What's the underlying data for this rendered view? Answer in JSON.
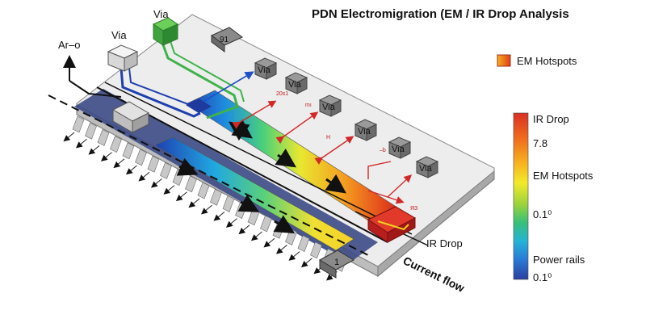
{
  "title": "PDN Electromigration (EM / IR Drop Analysis",
  "labels": {
    "via_top_green": "Via",
    "via_top_white": "Via",
    "arrow_label": "Ar–o",
    "ir_drop_pointer": "IR Drop",
    "current_flow": "Current flow",
    "chip_mark_top": "91",
    "chip_mark_bottom": "1",
    "red_marks": [
      "20s1",
      "mı",
      "H",
      "–b",
      "ЯЗ"
    ]
  },
  "vias": [
    "Via",
    "Via",
    "Via",
    "Via",
    "Via",
    "Via"
  ],
  "legend": {
    "hotspot_label": "EM Hotspots",
    "hotspot_color": "#f05a1e"
  },
  "colorbar": {
    "top": "IR Drop",
    "val_high": "7.8",
    "mid": "EM Hotspots",
    "val_low": "0.1⁰",
    "label_bottom": "Power rails",
    "val_min": "0.1⁰",
    "colors": [
      "#d93025",
      "#f06a1e",
      "#f7b21f",
      "#f2ea2a",
      "#9ad33b",
      "#36c07a",
      "#25b3d6",
      "#2a7ad6",
      "#2a3f9e"
    ]
  },
  "colors": {
    "board": "#e8e8e8",
    "rail_dark": "#3b4a86",
    "green_via": "#3fb34a",
    "hot_block": "#d8282a",
    "arrow_red": "#d32828"
  }
}
